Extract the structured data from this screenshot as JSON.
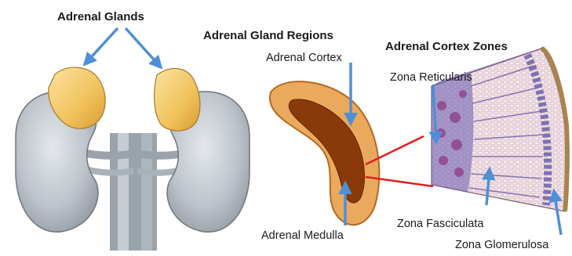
{
  "labels": {
    "adrenal_glands": "Adrenal Glands",
    "regions_title": "Adrenal Gland Regions",
    "cortex_zones_title": "Adrenal Cortex Zones",
    "adrenal_cortex": "Adrenal Cortex",
    "adrenal_medulla": "Adrenal Medulla",
    "zona_reticularis": "Zona Reticularis",
    "zona_fasciculata": "Zona Fasciculata",
    "zona_glomerulosa": "Zona Glomerulosa"
  },
  "colors": {
    "arrow": "#4f8fd6",
    "connector": "#e01f1f",
    "kidney": "#b9c0c6",
    "gland": "#f2c766",
    "medulla": "#8a3a08",
    "cortex_tissue": "#e8a55a",
    "zone_purple": "#5a4fa3"
  }
}
